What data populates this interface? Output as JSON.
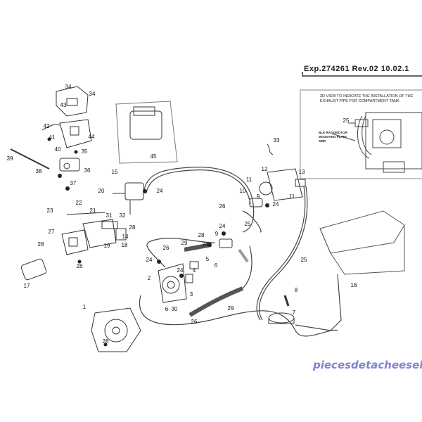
{
  "header": {
    "doc_ref": "Exp.274261 Rev.02 10.02.1"
  },
  "inset": {
    "title": "3D VIEW TO INDICATE THE INSTALLATION OF THE EXHAUST PIPE FOR COMPARTMENT TANK",
    "note": "BLK RATIOMOTOR MOUNTING PLATE SMR",
    "part_label": "25"
  },
  "watermark": "piecesdetacheeselec.com",
  "parts": [
    "34",
    "34",
    "43",
    "42",
    "44",
    "41",
    "40",
    "35",
    "39",
    "38",
    "36",
    "37",
    "45",
    "33",
    "12",
    "13",
    "11",
    "10",
    "9",
    "24",
    "11",
    "15",
    "20",
    "24",
    "26",
    "22",
    "23",
    "21",
    "31",
    "32",
    "28",
    "27",
    "19",
    "14",
    "18",
    "28",
    "28",
    "17",
    "25",
    "24",
    "28",
    "9",
    "26",
    "29",
    "24",
    "24",
    "5",
    "6",
    "24",
    "4",
    "2",
    "3",
    "25",
    "16",
    "8",
    "7",
    "1",
    "6",
    "30",
    "29",
    "26",
    "28"
  ]
}
